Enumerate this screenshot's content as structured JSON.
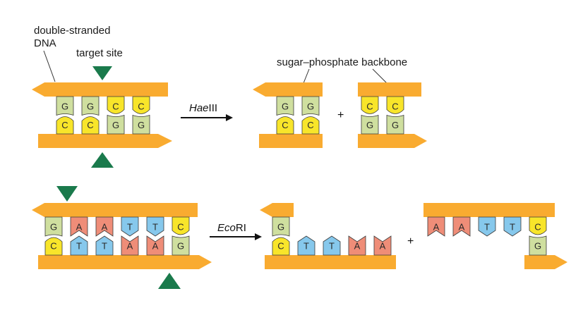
{
  "labels": {
    "dna": [
      "double-stranded",
      "DNA"
    ],
    "target_site": "target site",
    "backbone": "sugar–phosphate backbone"
  },
  "enzymes": {
    "haeiii": {
      "italic": "Hae",
      "rest": "III"
    },
    "ecori": {
      "italic": "Eco",
      "rest": "RI"
    }
  },
  "plus": "+",
  "colors": {
    "backbone": "#f9ab30",
    "G": "#cfdf9f",
    "C": "#f8e52a",
    "A": "#ef8d78",
    "T": "#86c8ec",
    "site_marker": "#1a7a4c",
    "arrow": "#111111"
  },
  "rows": {
    "haeiii": {
      "intact_top": [
        "G",
        "G",
        "C",
        "C"
      ],
      "intact_bottom": [
        "C",
        "C",
        "G",
        "G"
      ],
      "fragment_left": {
        "top": [
          "G",
          "G"
        ],
        "bottom": [
          "C",
          "C"
        ]
      },
      "fragment_right": {
        "top": [
          "C",
          "C"
        ],
        "bottom": [
          "G",
          "G"
        ]
      }
    },
    "ecori": {
      "intact_top": [
        "G",
        "A",
        "A",
        "T",
        "T",
        "C"
      ],
      "intact_bottom": [
        "C",
        "T",
        "T",
        "A",
        "A",
        "G"
      ],
      "fragment_left": {
        "top": [
          "G"
        ],
        "bottom": [
          "C",
          "T",
          "T",
          "A",
          "A"
        ]
      },
      "fragment_right": {
        "top": [
          "A",
          "A",
          "T",
          "T",
          "C"
        ],
        "bottom": [
          "G"
        ]
      }
    }
  }
}
